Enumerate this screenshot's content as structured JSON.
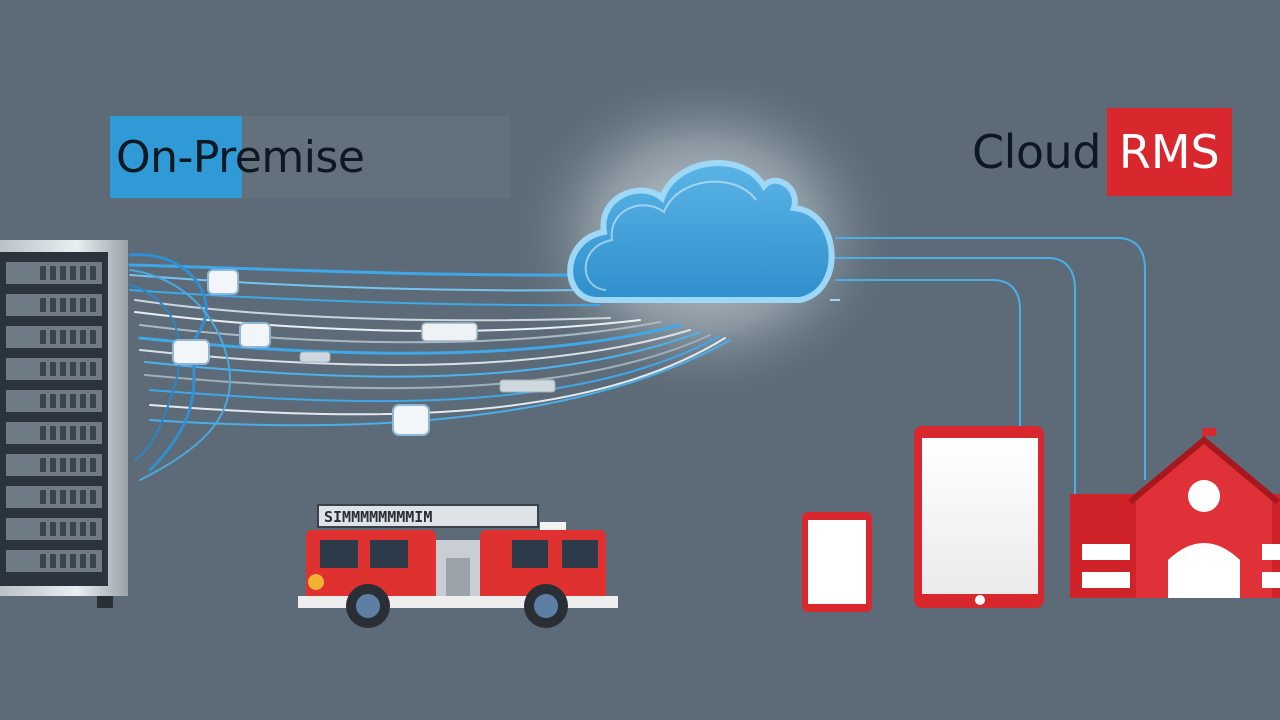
{
  "labels": {
    "left_title": "On-Premise",
    "right_title_plain": "Cloud",
    "right_title_highlight": "RMS"
  },
  "icons": {
    "server": "server-rack-icon",
    "cloud": "cloud-icon",
    "fire_truck": "fire-truck-icon",
    "phone": "phone-icon",
    "tablet": "tablet-icon",
    "building": "school-building-icon"
  },
  "colors": {
    "background": "#5c6b77",
    "cloud_blue": "#2f9ad6",
    "accent_red": "#d9272e",
    "text_dark": "#0d1822"
  }
}
